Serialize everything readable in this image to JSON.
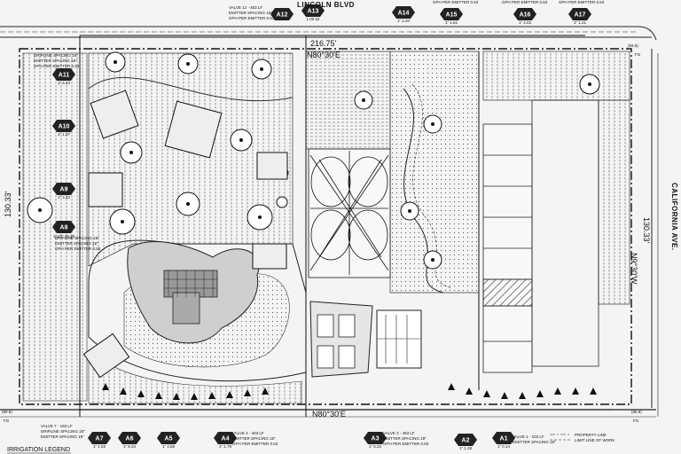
{
  "plan": {
    "street_top": "LINCOLN BLVD",
    "street_right": "CALIFORNIA AVE.",
    "legend_title": "IRRIGATION LEGEND",
    "dims": {
      "top_length": "216.75'",
      "top_bearing": "N80°30'E",
      "bottom_bearing": "N80°30'E",
      "left_length": "130.33'",
      "right_length": "130.33'",
      "right_bearing": "N9°30'W",
      "corner_top_right": "(93.6)",
      "corner_bottom_left": "(90.9)",
      "corner_bottom_right": "(95.9)",
      "fg_tr": "FG",
      "fg_bl": "FG",
      "fg_br": "FG"
    },
    "legend_notes": {
      "property_line": "PROPERTY LINE",
      "limit_line": "LIMIT LINE OF WORK"
    },
    "valve_notes": {
      "valve12": [
        "VALVE 12 - 453 LF",
        "EMITTER SPACING 18\"",
        "GPH PER EMITTER 0.53"
      ],
      "valve11": [
        "DRIPLINE SPACING 18\"",
        "EMITTER SPACING 18\"",
        "GPH PER EMITTER 0.53"
      ],
      "valve8": [
        "DRIPLINE SPACING 18\"",
        "EMITTER SPACING 18\"",
        "GPH PER EMITTER 0.53"
      ],
      "valve7": [
        "VALVE 7 - 193 LF",
        "DRIPLINE SPACING 18\"",
        "EMITTER SPACING 18\""
      ],
      "valve4": [
        "VALVE 4 - 403 LF",
        "EMITTER SPACING 18\"",
        "GPH PER EMITTER 0.53"
      ],
      "valve3": [
        "VALVE 3 - 453 LF",
        "EMITTER SPACING 18\"",
        "GPH PER EMITTER 0.53"
      ],
      "valve1": [
        "VALVE 1 - 103 LF",
        "EMITTER SPACING 18\""
      ],
      "valve15": [
        "GPH PER EMITTER 0.53"
      ],
      "valve16": [
        "GPH PER EMITTER 0.53"
      ],
      "valve17": [
        "GPH PER EMITTER 0.53"
      ]
    },
    "valves": [
      {
        "id": "A12",
        "sub": ""
      },
      {
        "id": "A13",
        "sub": "1.00 52"
      },
      {
        "id": "A14",
        "sub": "1\" 2.20"
      },
      {
        "id": "A15",
        "sub": "1\" 1.61"
      },
      {
        "id": "A16",
        "sub": "1\" 4.03"
      },
      {
        "id": "A17",
        "sub": "1\" 1.21"
      },
      {
        "id": "A11",
        "sub": "1\" 4.43"
      },
      {
        "id": "A10",
        "sub": "1\" 1.07"
      },
      {
        "id": "A9",
        "sub": "1\" 4.42"
      },
      {
        "id": "A8",
        "sub": "1-1/2\" 16.28"
      },
      {
        "id": "A7",
        "sub": "1\" 1.63"
      },
      {
        "id": "A6",
        "sub": "1\" 8.34"
      },
      {
        "id": "A5",
        "sub": "1\" 4.58"
      },
      {
        "id": "A4",
        "sub": "1\" 1.78"
      },
      {
        "id": "A3",
        "sub": "1\" 5.22"
      },
      {
        "id": "A2",
        "sub": "1\" 1.28"
      },
      {
        "id": "A1",
        "sub": "1\" 0.14"
      }
    ]
  }
}
